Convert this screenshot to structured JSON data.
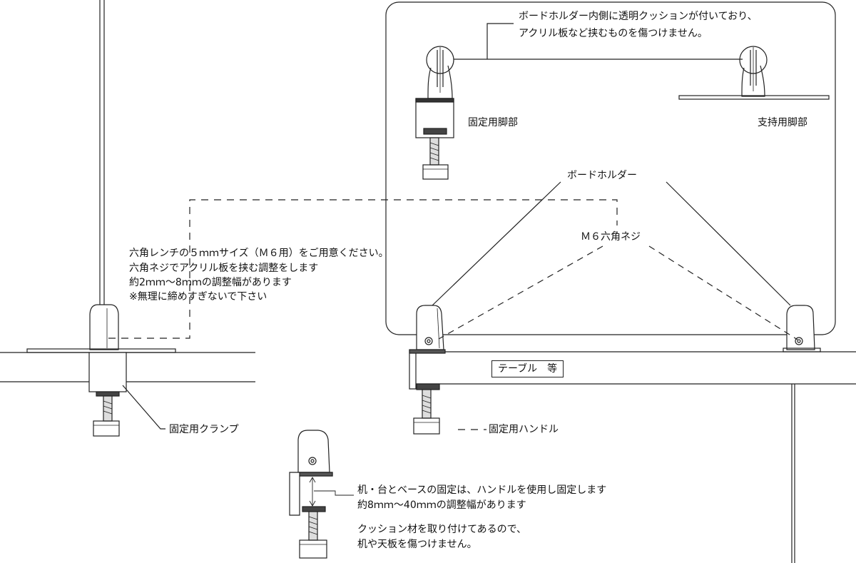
{
  "top_panel": {
    "cushion_note_line1": "ボードホルダー内側に透明クッションが付いており、",
    "cushion_note_line2": "アクリル板など挟むものを傷つけません。",
    "fixed_leg_label": "固定用脚部",
    "support_leg_label": "支持用脚部"
  },
  "board_holder_label": "ボードホルダー",
  "m6_screw_label": "Ｍ６六角ネジ",
  "table_label": "テーブル　等",
  "fix_handle_label": "固定用ハンドル",
  "fix_clamp_label": "固定用クランプ",
  "wrench_note": {
    "line1": "六角レンチの５ｍｍサイズ（Ｍ６用）をご用意ください。",
    "line2": "六角ネジでアクリル板を挟む調整をします",
    "line3": "約2ｍｍ～8ｍｍの調整幅があります",
    "line4": "※無理に締めすぎないで下さい"
  },
  "base_note": {
    "line1": "机・台とベースの固定は、ハンドルを使用し固定します",
    "line2": "約8ｍｍ～40ｍｍの調整幅があります",
    "line3": "クッション材を取り付けてあるので、",
    "line4": "机や天板を傷つけません。"
  }
}
